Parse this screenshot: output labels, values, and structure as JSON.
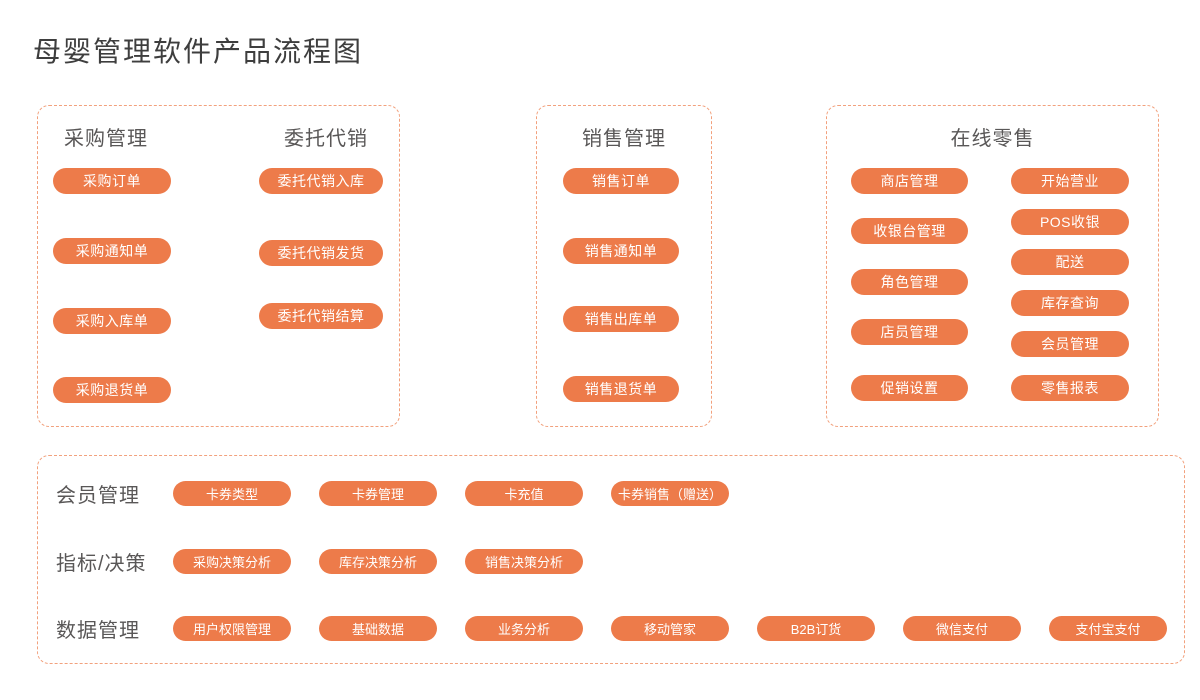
{
  "page": {
    "title": "母婴管理软件产品流程图"
  },
  "colors": {
    "pill_fill": "#ED7B4A",
    "pill_text": "#FFFFFF",
    "dashed_border": "#F2A17D",
    "heading_text": "#595757",
    "title_text": "#3E3E3E"
  },
  "panels": {
    "purchase": {
      "columns": [
        {
          "header": "采购管理",
          "items": [
            "采购订单",
            "采购通知单",
            "采购入库单",
            "采购退货单"
          ]
        },
        {
          "header": "委托代销",
          "items": [
            "委托代销入库",
            "委托代销发货",
            "委托代销结算"
          ]
        }
      ]
    },
    "sales": {
      "header": "销售管理",
      "items": [
        "销售订单",
        "销售通知单",
        "销售出库单",
        "销售退货单"
      ]
    },
    "online_retail": {
      "header": "在线零售",
      "columns": [
        {
          "items": [
            "商店管理",
            "收银台管理",
            "角色管理",
            "店员管理",
            "促销设置"
          ]
        },
        {
          "items": [
            "开始营业",
            "POS收银",
            "配送",
            "库存查询",
            "会员管理",
            "零售报表"
          ]
        }
      ]
    },
    "bottom": {
      "rows": [
        {
          "label": "会员管理",
          "items": [
            "卡券类型",
            "卡券管理",
            "卡充值",
            "卡券销售（赠送）"
          ]
        },
        {
          "label": "指标/决策",
          "items": [
            "采购决策分析",
            "库存决策分析",
            "销售决策分析"
          ]
        },
        {
          "label": "数据管理",
          "items": [
            "用户权限管理",
            "基础数据",
            "业务分析",
            "移动管家",
            "B2B订货",
            "微信支付",
            "支付宝支付"
          ]
        }
      ]
    }
  }
}
